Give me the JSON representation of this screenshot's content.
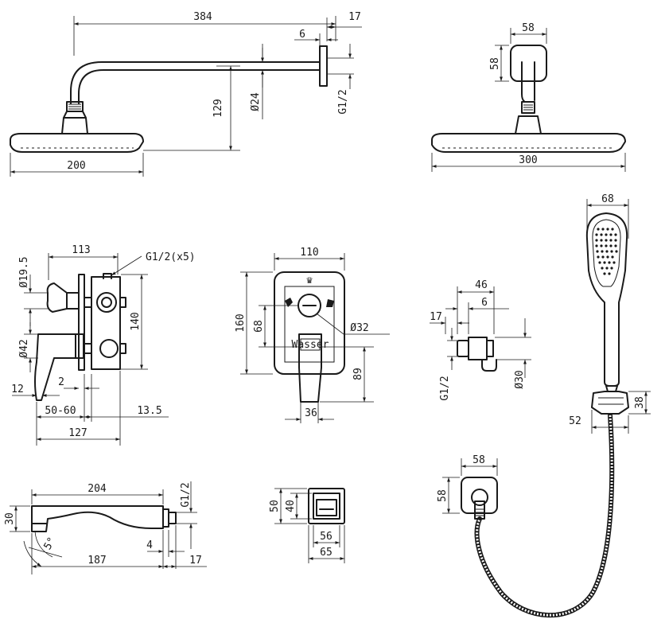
{
  "views": {
    "overhead_side": {
      "dims": {
        "arm_length": "384",
        "flange_depth": "17",
        "flange_offset": "6",
        "drop": "129",
        "pipe_dia": "Ø24",
        "thread": "G1/2",
        "head_width": "200"
      }
    },
    "overhead_front": {
      "dims": {
        "plate_width": "58",
        "plate_height": "58",
        "head_width": "300"
      }
    },
    "valve_side": {
      "dims": {
        "body_depth": "113",
        "ports": "G1/2(x5)",
        "port_dia": "Ø19.5",
        "body_height": "140",
        "lever_dia": "Ø42",
        "lever_offset": "12",
        "gap": "2",
        "install_range": "50-60",
        "plate_gap": "13.5",
        "total_depth": "127"
      }
    },
    "valve_front": {
      "dims": {
        "plate_width": "110",
        "plate_height": "160",
        "axis_gap": "68",
        "knob_dia": "Ø32",
        "lever_drop": "89",
        "lever_width": "36"
      },
      "brand": "Wasser"
    },
    "outlet_side": {
      "dims": {
        "total_depth": "46",
        "flange": "6",
        "wall_offset": "17",
        "thread": "G1/2",
        "body_dia": "Ø30"
      }
    },
    "hand_shower": {
      "dims": {
        "head_width": "68",
        "holder_height": "38",
        "holder_depth": "52"
      }
    },
    "spout": {
      "dims": {
        "length": "204",
        "thread": "G1/2",
        "height": "30",
        "angle": "5°",
        "flange": "4",
        "projection": "187",
        "flange_depth": "17"
      }
    },
    "diverter_plate": {
      "dims": {
        "outer_height": "50",
        "inner_height": "40",
        "inner_width": "56",
        "outer_width": "65"
      }
    },
    "wall_outlet": {
      "dims": {
        "plate_width": "58",
        "plate_height": "58"
      }
    }
  }
}
